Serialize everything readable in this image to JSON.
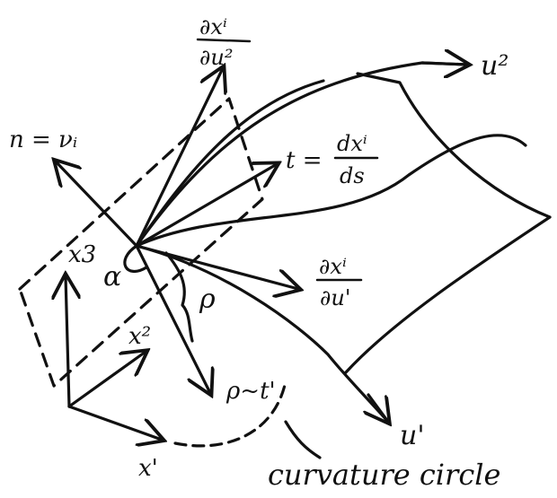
{
  "labels": {
    "u2": "u²",
    "u1": "u'",
    "dxi_du2_num": "∂xⁱ",
    "dxi_du2_den": "∂u²",
    "n_eq": "n = νᵢ",
    "t_eq": "t =",
    "dxi_ds_num": "dxⁱ",
    "dxi_ds_den": "ds",
    "dxi_du1_num": "∂xⁱ",
    "dxi_du1_den": "∂u'",
    "x3": "x3",
    "alpha": "α",
    "rho": "ρ",
    "x2": "x²",
    "rho_t": "ρ~t'",
    "x1": "x'",
    "curvature_circle": "curvature circle"
  },
  "colors": {
    "ink": "#111111",
    "background": "#ffffff"
  }
}
